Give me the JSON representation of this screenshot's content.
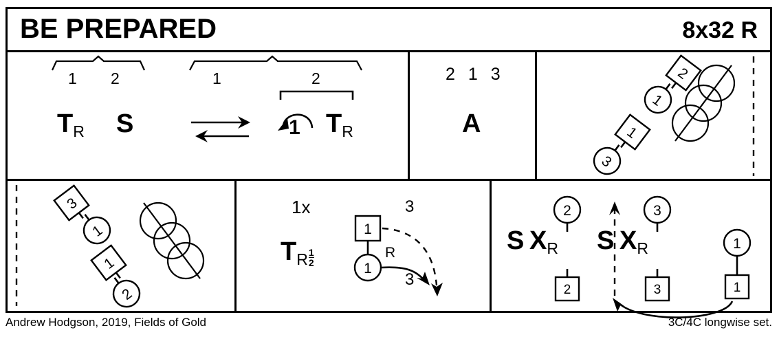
{
  "header": {
    "title": "BE PREPARED",
    "meta": "8x32 R"
  },
  "footer": {
    "credit": "Andrew Hodgson, 2019, Fields of Gold",
    "set": "3C/4C longwise set."
  },
  "cells": {
    "bars_1_2": {
      "bar_labels": [
        "1",
        "2"
      ],
      "move1": {
        "symbol": "T",
        "sub": "R"
      },
      "move2": {
        "symbol": "S"
      }
    },
    "bars_3_4": {
      "bar_labels": [
        "1",
        "2"
      ],
      "arrows_label": "",
      "turn_label": "1",
      "move": {
        "symbol": "T",
        "sub": "R"
      }
    },
    "allemande": {
      "positions": "2 1 3",
      "symbol": "A"
    },
    "reel_right": {
      "dancers": [
        {
          "shape": "square",
          "label": "2"
        },
        {
          "shape": "circle",
          "label": "1"
        },
        {
          "shape": "square",
          "label": "1"
        },
        {
          "shape": "circle",
          "label": "3"
        }
      ],
      "reel_symbol": "reel-of-three"
    },
    "reel_left": {
      "dancers": [
        {
          "shape": "square",
          "label": "3"
        },
        {
          "shape": "circle",
          "label": "1"
        },
        {
          "shape": "square",
          "label": "1"
        },
        {
          "shape": "circle",
          "label": "2"
        }
      ],
      "reel_symbol": "reel-of-three"
    },
    "turn_half": {
      "cross_label": "1x",
      "move": {
        "symbol": "T",
        "sub": "R",
        "fraction_num": "1",
        "fraction_den": "2"
      },
      "dancers": [
        {
          "shape": "square",
          "label": "1"
        },
        {
          "shape": "circle",
          "label": "1"
        }
      ],
      "hand_label": "R",
      "track_labels": [
        "3",
        "3"
      ]
    },
    "set_cross": {
      "groups": [
        {
          "top_dancer": {
            "shape": "circle",
            "label": "2"
          },
          "symbols": [
            {
              "symbol": "S"
            },
            {
              "symbol": "X",
              "sub": "R"
            }
          ],
          "bottom_dancer": {
            "shape": "square",
            "label": "2"
          }
        },
        {
          "top_dancer": {
            "shape": "circle",
            "label": "3"
          },
          "symbols": [
            {
              "symbol": "S"
            },
            {
              "symbol": "X",
              "sub": "R"
            }
          ],
          "bottom_dancer": {
            "shape": "square",
            "label": "3"
          }
        }
      ],
      "side_couple": [
        {
          "shape": "circle",
          "label": "1"
        },
        {
          "shape": "square",
          "label": "1"
        }
      ]
    }
  },
  "colors": {
    "ink": "#000000",
    "paper": "#ffffff"
  }
}
